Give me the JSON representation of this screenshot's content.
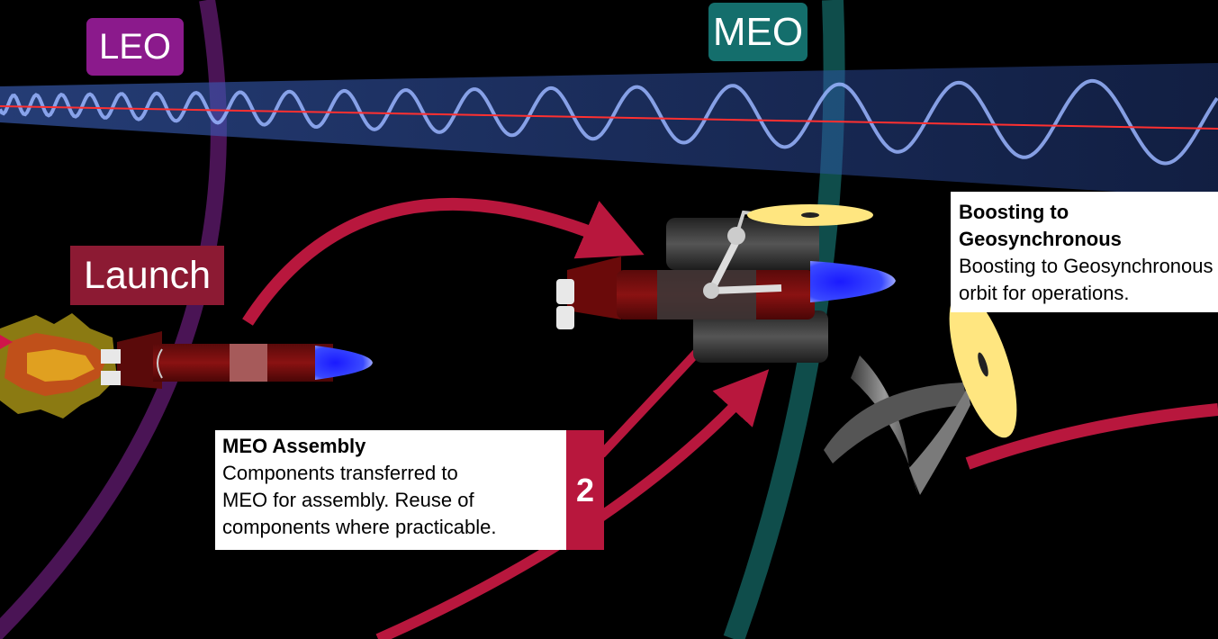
{
  "colors": {
    "background": "#000000",
    "leo": "#8b1a8c",
    "leo_orbit": "#4a1455",
    "meo": "#146e6c",
    "meo_orbit": "#0f4d4b",
    "launch": "#8c1a33",
    "accent_arrow": "#b8173d",
    "signal_wave": "#6f8fe0",
    "laser": "#ff3030",
    "dish": "#ffe680",
    "plume": "#2a33ff"
  },
  "labels": {
    "leo": "LEO",
    "meo": "MEO",
    "launch": "Launch"
  },
  "meo_assembly": {
    "title": "MEO Assembly",
    "lines": [
      "Components transferred to",
      "MEO for assembly. Reuse of",
      "components where practicable."
    ],
    "step": "2"
  },
  "geo_boost": {
    "title": "Boosting to Geosynchronous",
    "lines": [
      "Boosting to Geosynchronous",
      "orbit for operations."
    ]
  }
}
